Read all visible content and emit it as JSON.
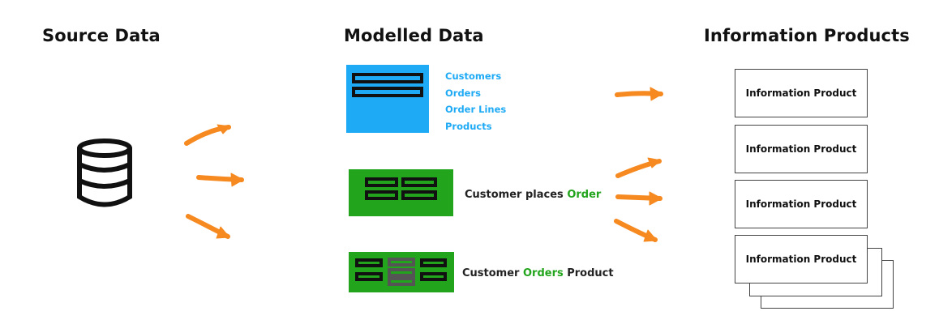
{
  "headings": {
    "source": "Source Data",
    "modelled": "Modelled Data",
    "products": "Information Products"
  },
  "colors": {
    "accent_blue": "#1faaf5",
    "accent_green": "#22a41c",
    "arrow_orange": "#f6891f"
  },
  "icons": {
    "database": "database-icon",
    "table": "table-icon"
  },
  "modelled": {
    "entity_list": [
      "Customers",
      "Orders",
      "Order Lines",
      "Products"
    ],
    "relation": {
      "prefix": "Customer places ",
      "highlight": "Order"
    },
    "relation2": {
      "prefix": "Customer ",
      "highlight": "Orders",
      "suffix": " Product"
    }
  },
  "information_products": {
    "label": "Information Product"
  }
}
